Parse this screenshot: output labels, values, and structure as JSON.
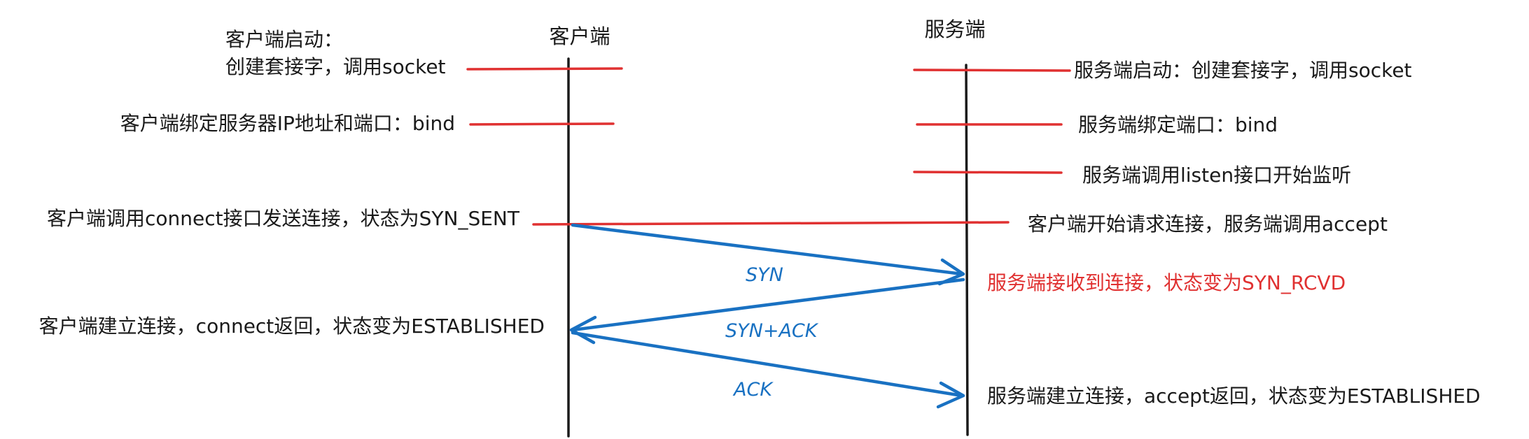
{
  "lifelines": {
    "client": "客户端",
    "server": "服务端"
  },
  "client_events": {
    "start_line1": "客户端启动：",
    "start_line2": "创建套接字，调用socket",
    "bind": "客户端绑定服务器IP地址和端口：bind",
    "connect": "客户端调用connect接口发送连接，状态为SYN_SENT",
    "established": "客户端建立连接，connect返回，状态变为ESTABLISHED"
  },
  "server_events": {
    "start": "服务端启动：创建套接字，调用socket",
    "bind": "服务端绑定端口：bind",
    "listen": "服务端调用listen接口开始监听",
    "accept": "客户端开始请求连接，服务端调用accept",
    "syn_rcvd": "服务端接收到连接，状态变为SYN_RCVD",
    "established": "服务端建立连接，accept返回，状态变为ESTABLISHED"
  },
  "messages": {
    "syn": "SYN",
    "syn_ack": "SYN+ACK",
    "ack": "ACK"
  },
  "colors": {
    "lifeline": "#1a1a1a",
    "tick": "#e03131",
    "arrow": "#1971c2",
    "highlight_text": "#e03131"
  }
}
